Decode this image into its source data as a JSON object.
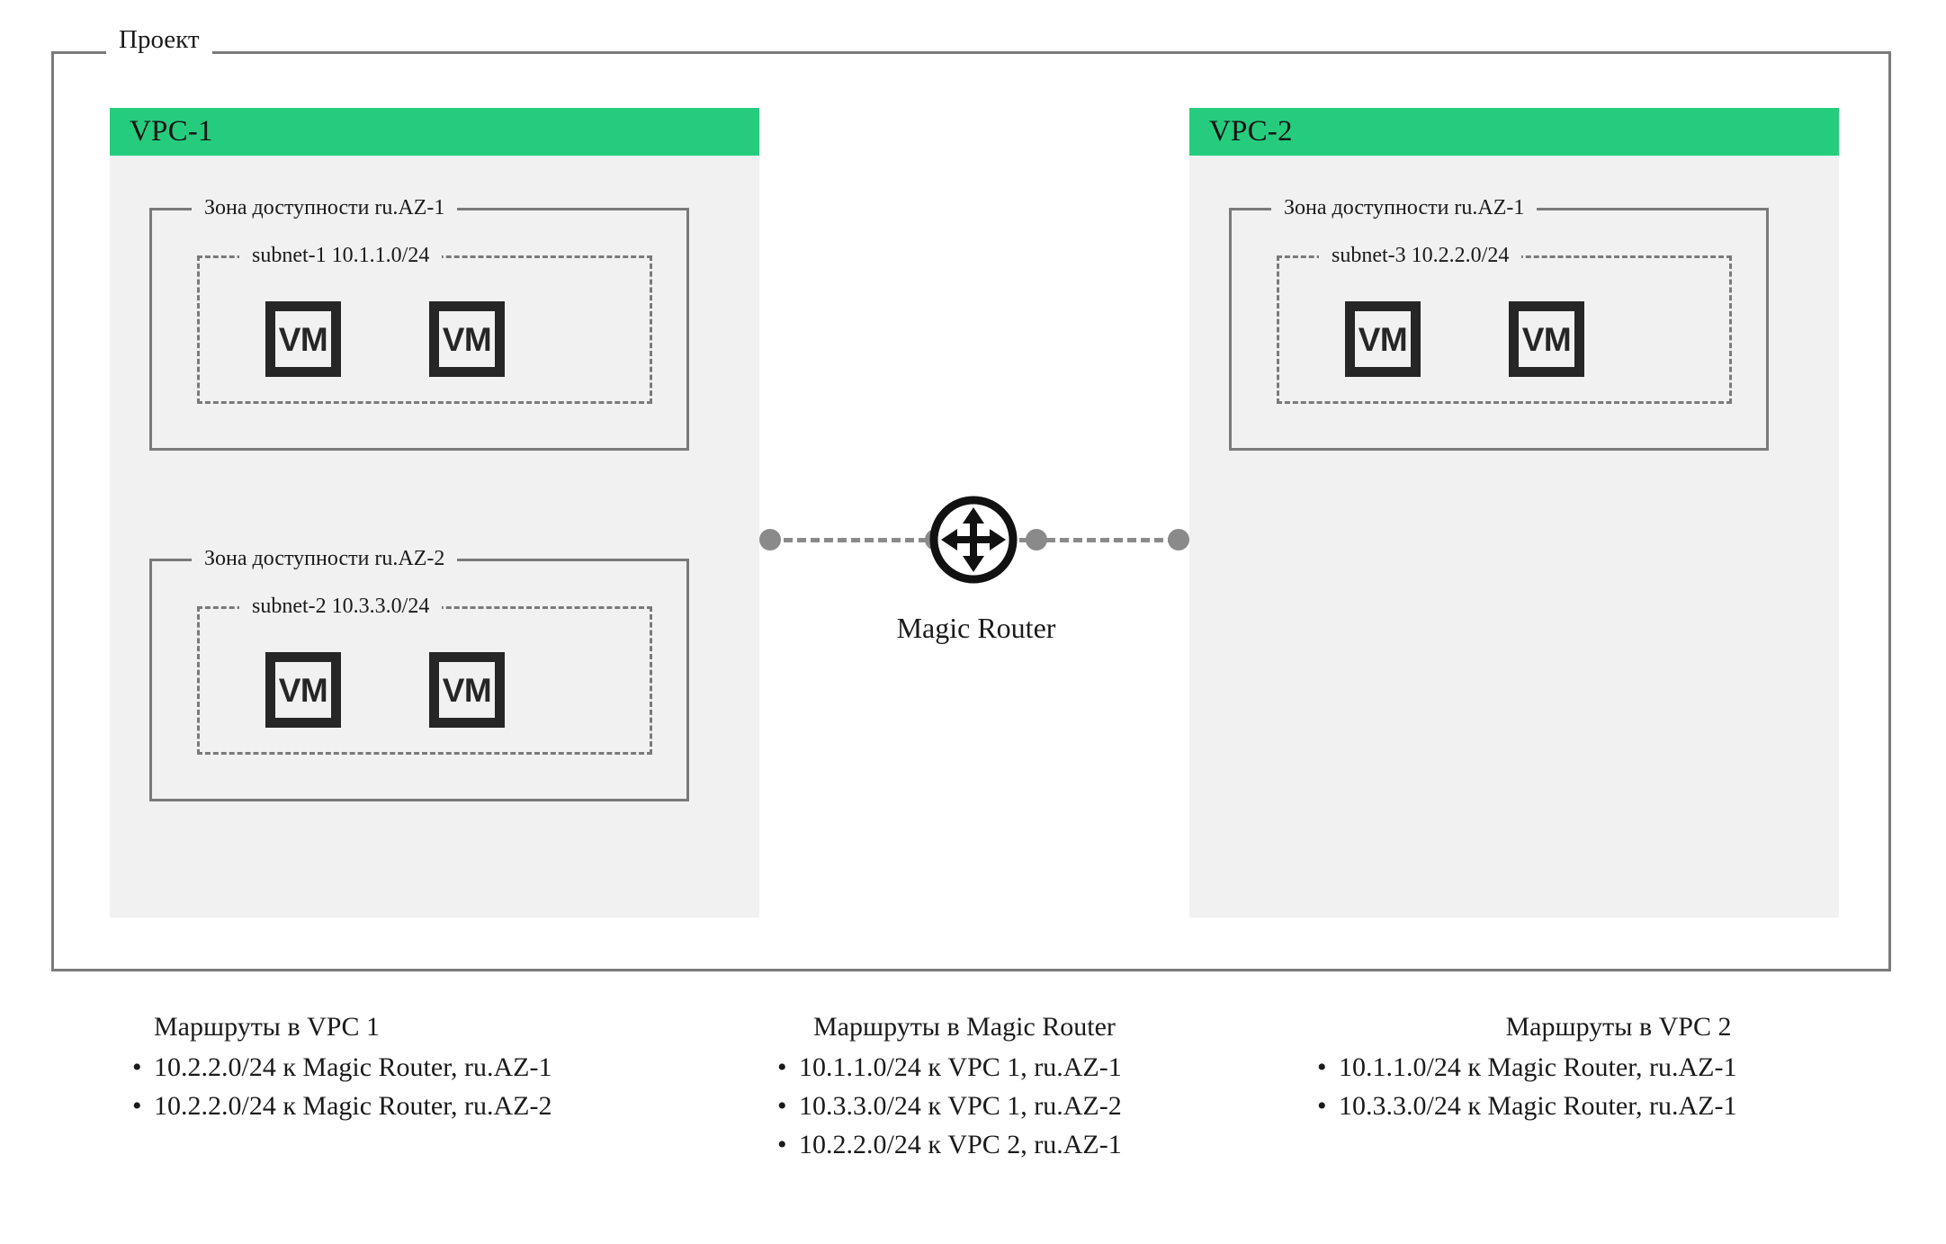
{
  "project": {
    "label": "Проект"
  },
  "colors": {
    "vpc_header_green": "#26CC7D",
    "panel_gray": "#F1F1F1",
    "border_gray": "#7A7A7A",
    "icon_dark": "#262626",
    "connector_gray": "#8A8A8A"
  },
  "vpcs": [
    {
      "title": "VPC-1",
      "zones": [
        {
          "label": "Зона доступности ru.AZ-1",
          "subnet": {
            "label": "subnet-1 10.1.1.0/24",
            "vms": [
              {
                "label": "VM"
              },
              {
                "label": "VM"
              }
            ]
          }
        },
        {
          "label": "Зона доступности ru.AZ-2",
          "subnet": {
            "label": "subnet-2 10.3.3.0/24",
            "vms": [
              {
                "label": "VM"
              },
              {
                "label": "VM"
              }
            ]
          }
        }
      ]
    },
    {
      "title": "VPC-2",
      "zones": [
        {
          "label": "Зона доступности ru.AZ-1",
          "subnet": {
            "label": "subnet-3 10.2.2.0/24",
            "vms": [
              {
                "label": "VM"
              },
              {
                "label": "VM"
              }
            ]
          }
        }
      ]
    }
  ],
  "router": {
    "label": "Magic Router",
    "icon": "four-way-arrows-router-icon"
  },
  "route_tables": [
    {
      "title": "Маршруты в VPC 1",
      "routes": [
        "10.2.2.0/24 к Magic Router, ru.AZ-1",
        "10.2.2.0/24 к Magic Router, ru.AZ-2"
      ]
    },
    {
      "title": "Маршруты в Magic Router",
      "routes": [
        "10.1.1.0/24 к VPC 1, ru.AZ-1",
        "10.3.3.0/24 к VPC 1, ru.AZ-2",
        "10.2.2.0/24 к VPC 2, ru.AZ-1"
      ]
    },
    {
      "title": "Маршруты в VPC 2",
      "routes": [
        "10.1.1.0/24 к Magic Router, ru.AZ-1",
        "10.3.3.0/24 к Magic Router, ru.AZ-1"
      ]
    }
  ]
}
